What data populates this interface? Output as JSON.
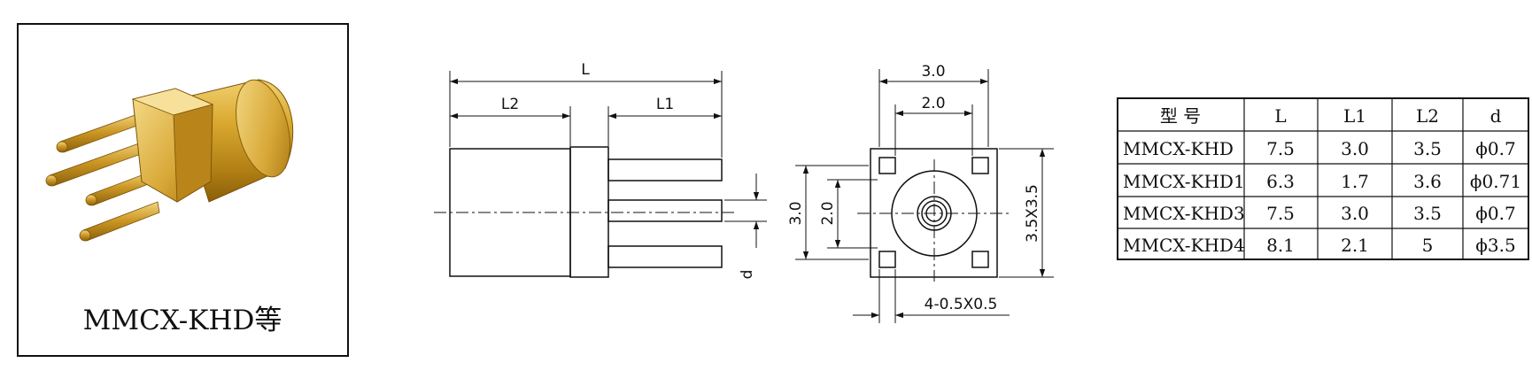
{
  "photo": {
    "caption": "MMCX-KHD等"
  },
  "side_view": {
    "L": "L",
    "L1": "L1",
    "L2": "L2",
    "d": "d"
  },
  "front_view": {
    "top_outer": "3.0",
    "top_inner": "2.0",
    "left_outer": "3.0",
    "left_inner": "2.0",
    "right": "3.5X3.5",
    "bottom": "4-0.5X0.5"
  },
  "spec_table": {
    "headers": [
      "型  号",
      "L",
      "L1",
      "L2",
      "d"
    ],
    "rows": [
      [
        "MMCX-KHD",
        "7.5",
        "3.0",
        "3.5",
        "ϕ0.7"
      ],
      [
        "MMCX-KHD1",
        "6.3",
        "1.7",
        "3.6",
        "ϕ0.71"
      ],
      [
        "MMCX-KHD3",
        "7.5",
        "3.0",
        "3.5",
        "ϕ0.7"
      ],
      [
        "MMCX-KHD4",
        "8.1",
        "2.1",
        "5",
        "ϕ3.5"
      ]
    ]
  }
}
